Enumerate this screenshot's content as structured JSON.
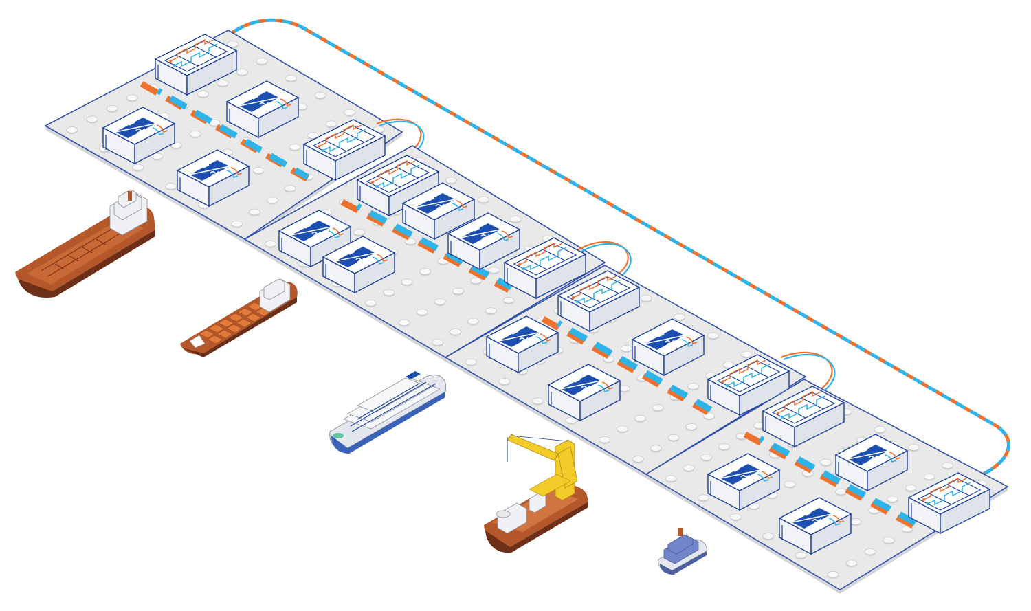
{
  "diagram": {
    "kind": "isometric shore power grid",
    "colors": {
      "background": "#ffffff",
      "deck_top": "#e9e9ea",
      "deck_edge": "#2f4fa8",
      "deck_side": "#d4d6da",
      "bollard": "#f7f7f7",
      "bollard_ring": "#cfd1d5",
      "unit_top": "#ffffff",
      "unit_side": "#dfe3ea",
      "unit_outline": "#1c3f9c",
      "unit_panel": "#1c4fb0",
      "feeder_orange": "#f0712c",
      "feeder_blue": "#2fb4e9",
      "hull_brown": "#b4572b",
      "hull_dark": "#6d2f17",
      "crane_yellow": "#f4cc2a",
      "superstructure": "#eef0f4",
      "ferry_blue": "#7285c8"
    },
    "piers": [
      {
        "id": "pier-1",
        "converters": 3,
        "switchgear": 2
      },
      {
        "id": "pier-2",
        "converters": 4,
        "switchgear": 2
      },
      {
        "id": "pier-3",
        "converters": 3,
        "switchgear": 2
      },
      {
        "id": "pier-4",
        "converters": 3,
        "switchgear": 2
      }
    ],
    "vessels": [
      {
        "id": "tanker",
        "icon": "tanker-ship-icon"
      },
      {
        "id": "container-ship",
        "icon": "container-ship-icon"
      },
      {
        "id": "cruise-ship",
        "icon": "cruise-ship-icon"
      },
      {
        "id": "crane-vessel",
        "icon": "crane-vessel-icon"
      },
      {
        "id": "ferry",
        "icon": "ferry-icon"
      }
    ]
  }
}
